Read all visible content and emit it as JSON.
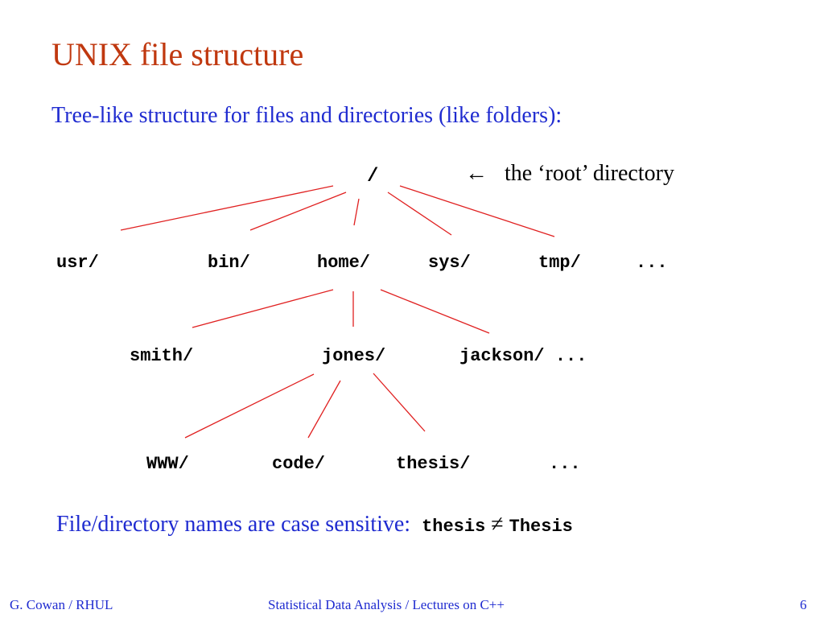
{
  "slide": {
    "title": "UNIX file structure",
    "subtitle": "Tree-like structure for files and directories (like folders):",
    "root_arrow": "←",
    "root_annotation": "the ‘root’ directory",
    "case_note": "File/directory names are case sensitive:",
    "case_a": "thesis",
    "case_neq": "≠",
    "case_b": "Thesis"
  },
  "tree": {
    "root": "/",
    "level1": [
      "usr/",
      "bin/",
      "home/",
      "sys/",
      "tmp/",
      "..."
    ],
    "level2": [
      "smith/",
      "jones/",
      "jackson/ ..."
    ],
    "level3": [
      "WWW/",
      "code/",
      "thesis/",
      "..."
    ]
  },
  "footer": {
    "left": "G. Cowan / RHUL",
    "center": "Statistical Data Analysis / Lectures on C++",
    "page": "6"
  },
  "colors": {
    "title": "#c0380f",
    "text_blue": "#1f2bd0",
    "tree_lines": "#e02020"
  }
}
